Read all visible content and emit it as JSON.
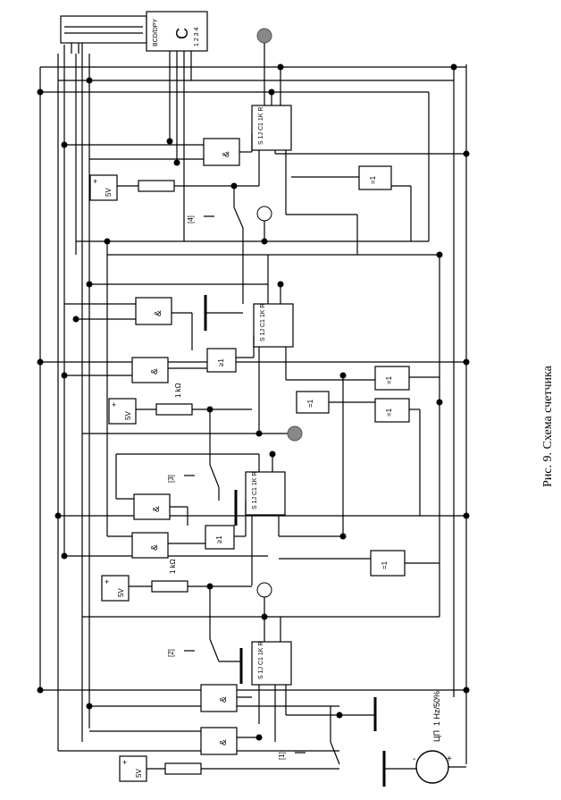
{
  "caption": "Рис. 9. Схема счетчика",
  "gate_and": "&",
  "gate_or": "≥1",
  "gate_xor": "=1",
  "supply_label": "5V",
  "plus_sign": "+",
  "resistor_label": "1 kΩ",
  "decoder_label": "BCD/DPY",
  "decoder_pins": "1 2 3 4",
  "ff_pins": "S 1J C1 1K R",
  "switch_keys": [
    "[1]",
    "[2]",
    "[3]",
    "[4]"
  ],
  "clock_label": "1 Hz/50%",
  "clock_symbol": "ЦП",
  "clock_minus": "-",
  "clock_plus": "+",
  "display_digit": "C"
}
